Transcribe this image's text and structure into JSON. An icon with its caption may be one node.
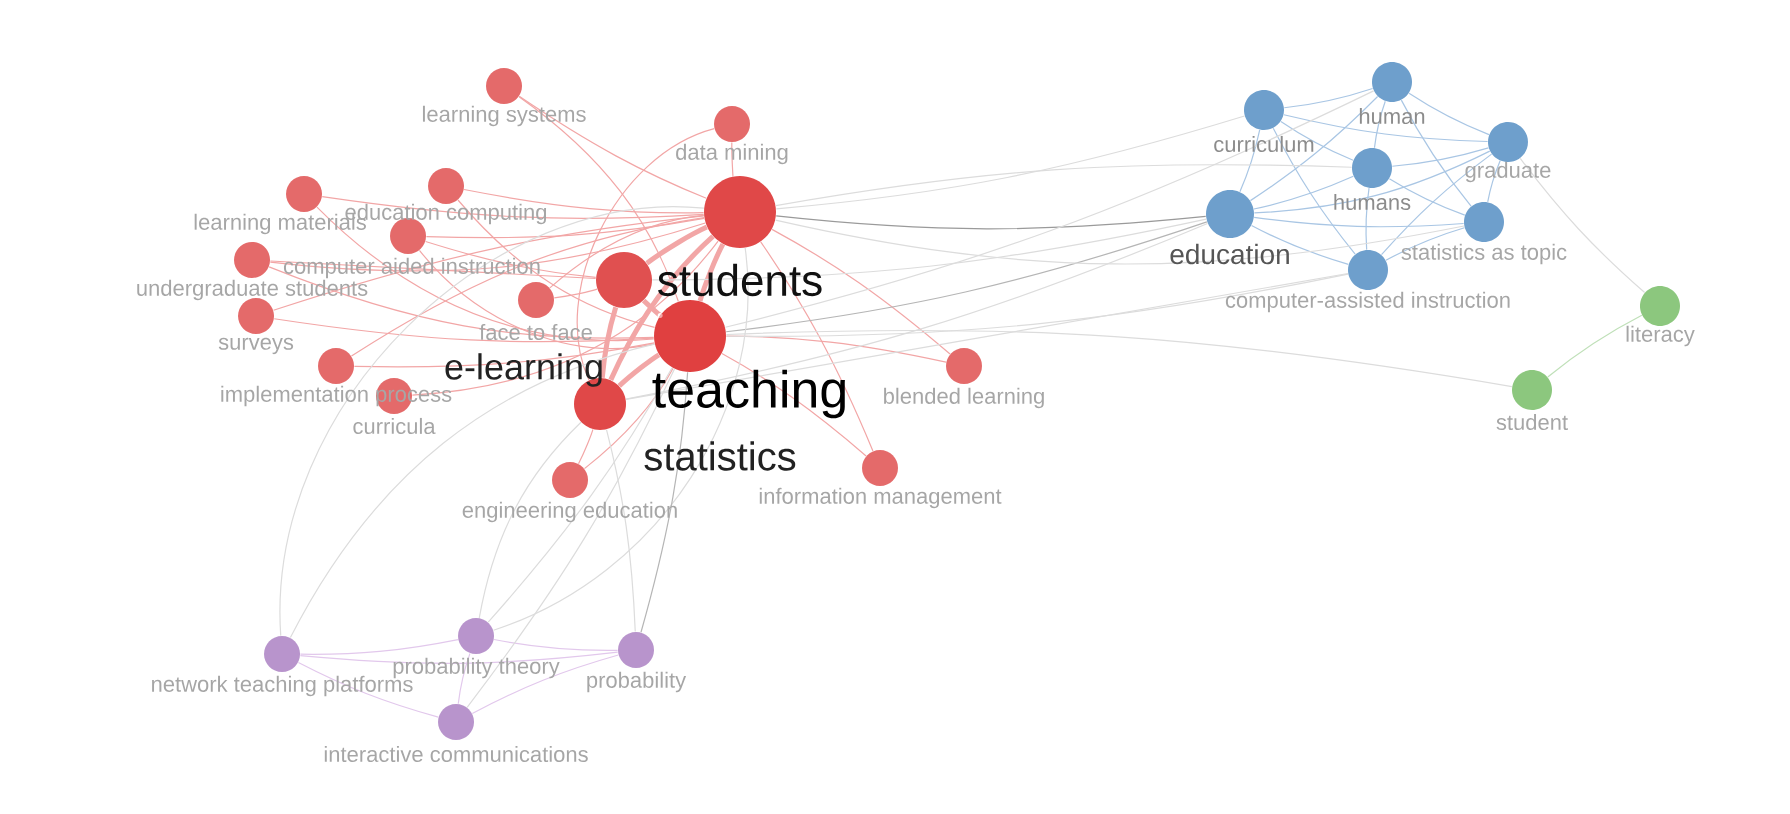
{
  "diagram": {
    "nodes": [
      {
        "text": [
          "learning systems"
        ]
      },
      {
        "text": [
          "data mining"
        ]
      },
      {
        "text": [
          "learning materials"
        ]
      },
      {
        "text": [
          "education computing"
        ]
      },
      {
        "text": [
          "computer aided instruction"
        ]
      },
      {
        "text": [
          "undergraduate students"
        ]
      },
      {
        "text": [
          "face to face"
        ]
      },
      {
        "text": [
          "surveys"
        ]
      },
      {
        "text": [
          "implementation process"
        ]
      },
      {
        "text": [
          "curricula"
        ]
      },
      {
        "text": [
          "students"
        ]
      },
      {
        "text": [
          "e-learning"
        ]
      },
      {
        "text": [
          "teaching"
        ]
      },
      {
        "text": [
          "statistics"
        ]
      },
      {
        "text": [
          "blended learning"
        ]
      },
      {
        "text": [
          "engineering education"
        ]
      },
      {
        "text": [
          "information management"
        ]
      },
      {
        "text": [
          "curriculum"
        ]
      },
      {
        "text": [
          "human"
        ]
      },
      {
        "text": [
          "humans"
        ]
      },
      {
        "text": [
          "graduate"
        ]
      },
      {
        "text": [
          "education"
        ]
      },
      {
        "text": [
          "statistics as topic"
        ]
      },
      {
        "text": [
          "computer-assisted instruction"
        ]
      },
      {
        "text": [
          "literacy"
        ]
      },
      {
        "text": [
          "student"
        ]
      },
      {
        "text": [
          "network teaching platforms"
        ]
      },
      {
        "text": [
          "probability theory"
        ]
      },
      {
        "text": [
          "probability"
        ]
      },
      {
        "text": [
          "interactive communications"
        ]
      }
    ],
    "edges": [
      {
        "from": 0,
        "to": 10,
        "arrow": "none"
      },
      {
        "from": 1,
        "to": 10,
        "arrow": "none"
      },
      {
        "from": 2,
        "to": 10,
        "arrow": "none"
      },
      {
        "from": 3,
        "to": 10,
        "arrow": "none"
      },
      {
        "from": 4,
        "to": 10,
        "arrow": "none"
      },
      {
        "from": 5,
        "to": 10,
        "arrow": "none"
      },
      {
        "from": 6,
        "to": 10,
        "arrow": "none"
      },
      {
        "from": 7,
        "to": 10,
        "arrow": "none"
      },
      {
        "from": 8,
        "to": 10,
        "arrow": "none"
      },
      {
        "from": 9,
        "to": 10,
        "arrow": "none"
      },
      {
        "from": 14,
        "to": 10,
        "arrow": "none"
      },
      {
        "from": 16,
        "to": 10,
        "arrow": "none"
      },
      {
        "from": 0,
        "to": 12,
        "arrow": "none"
      },
      {
        "from": 2,
        "to": 12,
        "arrow": "none"
      },
      {
        "from": 3,
        "to": 12,
        "arrow": "none"
      },
      {
        "from": 4,
        "to": 12,
        "arrow": "none"
      },
      {
        "from": 5,
        "to": 12,
        "arrow": "none"
      },
      {
        "from": 7,
        "to": 12,
        "arrow": "none"
      },
      {
        "from": 8,
        "to": 12,
        "arrow": "none"
      },
      {
        "from": 14,
        "to": 12,
        "arrow": "none"
      },
      {
        "from": 16,
        "to": 12,
        "arrow": "none"
      },
      {
        "from": 15,
        "to": 12,
        "arrow": "none"
      },
      {
        "from": 4,
        "to": 11,
        "arrow": "none"
      },
      {
        "from": 6,
        "to": 11,
        "arrow": "none"
      },
      {
        "from": 5,
        "to": 11,
        "arrow": "none"
      },
      {
        "from": 15,
        "to": 13,
        "arrow": "none"
      },
      {
        "from": 1,
        "to": 13,
        "arrow": "none"
      },
      {
        "from": 10,
        "to": 12,
        "arrow": "none",
        "style": "thick"
      },
      {
        "from": 10,
        "to": 11,
        "arrow": "none",
        "style": "thick"
      },
      {
        "from": 10,
        "to": 13,
        "arrow": "none",
        "style": "thick"
      },
      {
        "from": 11,
        "to": 12,
        "arrow": "none",
        "style": "thick"
      },
      {
        "from": 12,
        "to": 13,
        "arrow": "none",
        "style": "thick"
      },
      {
        "from": 11,
        "to": 13,
        "arrow": "none",
        "style": "thick"
      },
      {
        "from": 21,
        "to": 17,
        "arrow": "none",
        "color": "#a9c6e4"
      },
      {
        "from": 21,
        "to": 18,
        "arrow": "none",
        "color": "#a9c6e4"
      },
      {
        "from": 21,
        "to": 19,
        "arrow": "none",
        "color": "#a9c6e4"
      },
      {
        "from": 21,
        "to": 20,
        "arrow": "none",
        "color": "#a9c6e4"
      },
      {
        "from": 21,
        "to": 22,
        "arrow": "none",
        "color": "#a9c6e4"
      },
      {
        "from": 21,
        "to": 23,
        "arrow": "none",
        "color": "#a9c6e4"
      },
      {
        "from": 17,
        "to": 18,
        "arrow": "none",
        "color": "#a9c6e4"
      },
      {
        "from": 17,
        "to": 19,
        "arrow": "none",
        "color": "#a9c6e4"
      },
      {
        "from": 17,
        "to": 20,
        "arrow": "none",
        "color": "#a9c6e4"
      },
      {
        "from": 17,
        "to": 23,
        "arrow": "none",
        "color": "#a9c6e4"
      },
      {
        "from": 18,
        "to": 19,
        "arrow": "none",
        "color": "#a9c6e4"
      },
      {
        "from": 18,
        "to": 20,
        "arrow": "none",
        "color": "#a9c6e4"
      },
      {
        "from": 18,
        "to": 22,
        "arrow": "none",
        "color": "#a9c6e4"
      },
      {
        "from": 19,
        "to": 20,
        "arrow": "none",
        "color": "#a9c6e4"
      },
      {
        "from": 19,
        "to": 22,
        "arrow": "none",
        "color": "#a9c6e4"
      },
      {
        "from": 19,
        "to": 23,
        "arrow": "none",
        "color": "#a9c6e4"
      },
      {
        "from": 20,
        "to": 22,
        "arrow": "none",
        "color": "#a9c6e4"
      },
      {
        "from": 20,
        "to": 23,
        "arrow": "none",
        "color": "#a9c6e4"
      },
      {
        "from": 22,
        "to": 23,
        "arrow": "none",
        "color": "#a9c6e4"
      },
      {
        "from": 24,
        "to": 25,
        "arrow": "none",
        "color": "#bfe0b8"
      },
      {
        "from": 20,
        "to": 24,
        "arrow": "none",
        "color": "#dcdcdc"
      },
      {
        "from": 12,
        "to": 25,
        "arrow": "none",
        "color": "#dcdcdc"
      },
      {
        "from": 10,
        "to": 21,
        "arrow": "none",
        "color": "#9a9a9a"
      },
      {
        "from": 12,
        "to": 21,
        "arrow": "none",
        "color": "#b5b5b5"
      },
      {
        "from": 13,
        "to": 21,
        "arrow": "none",
        "color": "#dcdcdc"
      },
      {
        "from": 10,
        "to": 17,
        "arrow": "none",
        "color": "#dcdcdc"
      },
      {
        "from": 12,
        "to": 18,
        "arrow": "none",
        "color": "#dcdcdc"
      },
      {
        "from": 10,
        "to": 19,
        "arrow": "none",
        "color": "#dcdcdc"
      },
      {
        "from": 12,
        "to": 23,
        "arrow": "none",
        "color": "#dcdcdc"
      },
      {
        "from": 10,
        "to": 22,
        "arrow": "none",
        "color": "#dcdcdc"
      },
      {
        "from": 11,
        "to": 21,
        "arrow": "none",
        "color": "#dcdcdc"
      },
      {
        "from": 13,
        "to": 23,
        "arrow": "none",
        "color": "#dcdcdc"
      },
      {
        "from": 26,
        "to": 27,
        "arrow": "none",
        "color": "#e2c8ec"
      },
      {
        "from": 26,
        "to": 28,
        "arrow": "none",
        "color": "#e2c8ec"
      },
      {
        "from": 26,
        "to": 29,
        "arrow": "none",
        "color": "#e2c8ec"
      },
      {
        "from": 27,
        "to": 28,
        "arrow": "none",
        "color": "#e2c8ec"
      },
      {
        "from": 28,
        "to": 29,
        "arrow": "none",
        "color": "#e2c8ec"
      },
      {
        "from": 27,
        "to": 29,
        "arrow": "none",
        "color": "#e2c8ec"
      },
      {
        "from": 26,
        "to": 12,
        "arrow": "none",
        "color": "#dcdcdc"
      },
      {
        "from": 26,
        "to": 10,
        "arrow": "none",
        "color": "#dcdcdc"
      },
      {
        "from": 27,
        "to": 12,
        "arrow": "none",
        "color": "#dcdcdc"
      },
      {
        "from": 27,
        "to": 13,
        "arrow": "none",
        "color": "#dcdcdc"
      },
      {
        "from": 27,
        "to": 10,
        "arrow": "none",
        "color": "#dcdcdc"
      },
      {
        "from": 28,
        "to": 12,
        "arrow": "none",
        "color": "#b5b5b5"
      },
      {
        "from": 28,
        "to": 13,
        "arrow": "none",
        "color": "#dcdcdc"
      },
      {
        "from": 29,
        "to": 12,
        "arrow": "none",
        "color": "#dcdcdc"
      }
    ]
  }
}
